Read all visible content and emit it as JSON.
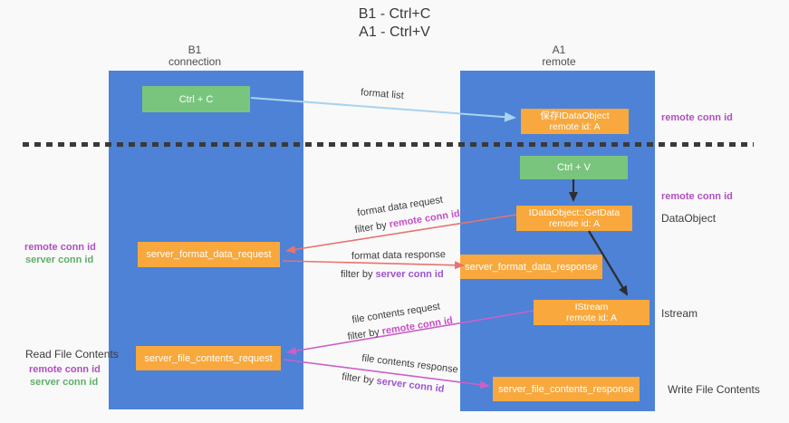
{
  "title": {
    "line1": "B1 - Ctrl+C",
    "line2": "A1 - Ctrl+V"
  },
  "lifelines": {
    "left": {
      "name": "B1",
      "role": "connection"
    },
    "right": {
      "name": "A1",
      "role": "remote"
    }
  },
  "nodes": {
    "ctrl_c": {
      "label": "Ctrl + C"
    },
    "save_idataobject": {
      "line1": "保存IDataObject",
      "line2": "remote id: A"
    },
    "ctrl_v": {
      "label": "Ctrl + V"
    },
    "idataobject_getdata": {
      "line1": "IDataObject::GetData",
      "line2": "remote id: A"
    },
    "server_format_data_request": {
      "label": "server_format_data_request"
    },
    "server_format_data_response": {
      "label": "server_format_data_response"
    },
    "istream": {
      "line1": "IStream",
      "line2": "remote id: A"
    },
    "server_file_contents_request": {
      "label": "server_file_contents_request"
    },
    "server_file_contents_response": {
      "label": "server_file_contents_response"
    }
  },
  "side_labels": {
    "remote_conn_id_top_right": "remote conn id",
    "remote_conn_id_mid_right": "remote conn id",
    "dataobject": "DataObject",
    "istream": "Istream",
    "write_file_contents": "Write File Contents",
    "read_file_contents": "Read File Contents",
    "remote_conn_id_left_1": "remote conn id",
    "server_conn_id_left_1": "server conn id",
    "remote_conn_id_left_2": "remote conn id",
    "server_conn_id_left_2": "server conn id"
  },
  "arrow_labels": {
    "format_list": "format list",
    "format_data_request": "format data request",
    "format_data_response": "format data response",
    "file_contents_request": "file contents request",
    "file_contents_response": "file contents response",
    "filter_by_prefix": "filter by ",
    "remote_conn_id": "remote conn id",
    "server_conn_id": "server conn id"
  },
  "colors": {
    "lifeline_blue": "#4d82d6",
    "node_orange": "#f8a83c",
    "node_green": "#79c57e",
    "arrow_light_blue": "#a9d3ee",
    "arrow_red": "#e8736f",
    "arrow_magenta": "#cc5fc8",
    "arrow_black": "#2e2e2e",
    "remote_conn_id_text": "#b04fc0",
    "server_conn_id_text": "#5fae68",
    "filter_remote_text": "#c84fc8",
    "filter_server_text": "#9b55d0"
  }
}
